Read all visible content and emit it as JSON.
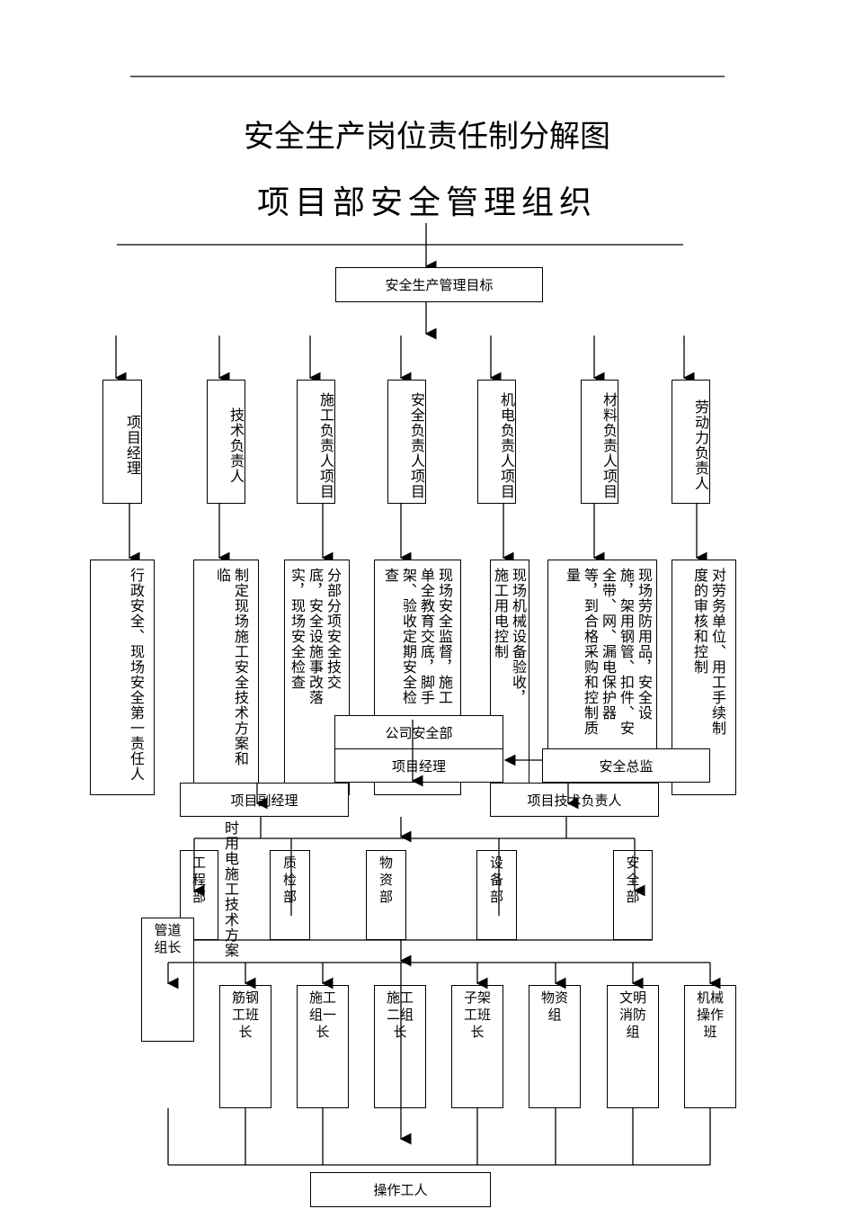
{
  "title": "安全生产岗位责任制分解图",
  "goal": "安全生产管理目标",
  "roles": [
    "项目经理",
    "技术负责人",
    "施工负责人项目",
    "安全负责人项目",
    "机电负责人项目",
    "材料负责人项目",
    "劳动力负责人"
  ],
  "duties": [
    "行政安全、现场安全第一责任人",
    "制定现场施工安全技术方案和临",
    "分部分项安全技交底，安全设施事改落实，现场安全检查",
    "现场安全监督，施工单全教育交底，脚手架、验收定期安全检查",
    "现场机械设备验收，施工用电控制",
    "现场劳防用品，安全设施，架用钢管、扣件、安全带、网、漏电保护器等，到合格采购和控制质量",
    "对劳务单位、用工手续制度的审核和控制"
  ],
  "org_title": "项目部安全管理组织",
  "org": {
    "company_safety": "公司安全部",
    "project_manager": "项目经理",
    "safety_director": "安全总监",
    "deputy_manager": "项目副经理",
    "tech_lead": "项目技术负责人",
    "overflow_text": "时用电施工技术方案"
  },
  "departments": [
    "工程部",
    "质检部",
    "物资部",
    "设备部",
    "安全部"
  ],
  "pipe_leader": "管道组长",
  "teams": [
    "筋钢工班长",
    "施工组一长",
    "施工二组长",
    "子架工班长",
    "物资组",
    "文明消防组",
    "机械操作班"
  ],
  "workers": "操作工人"
}
